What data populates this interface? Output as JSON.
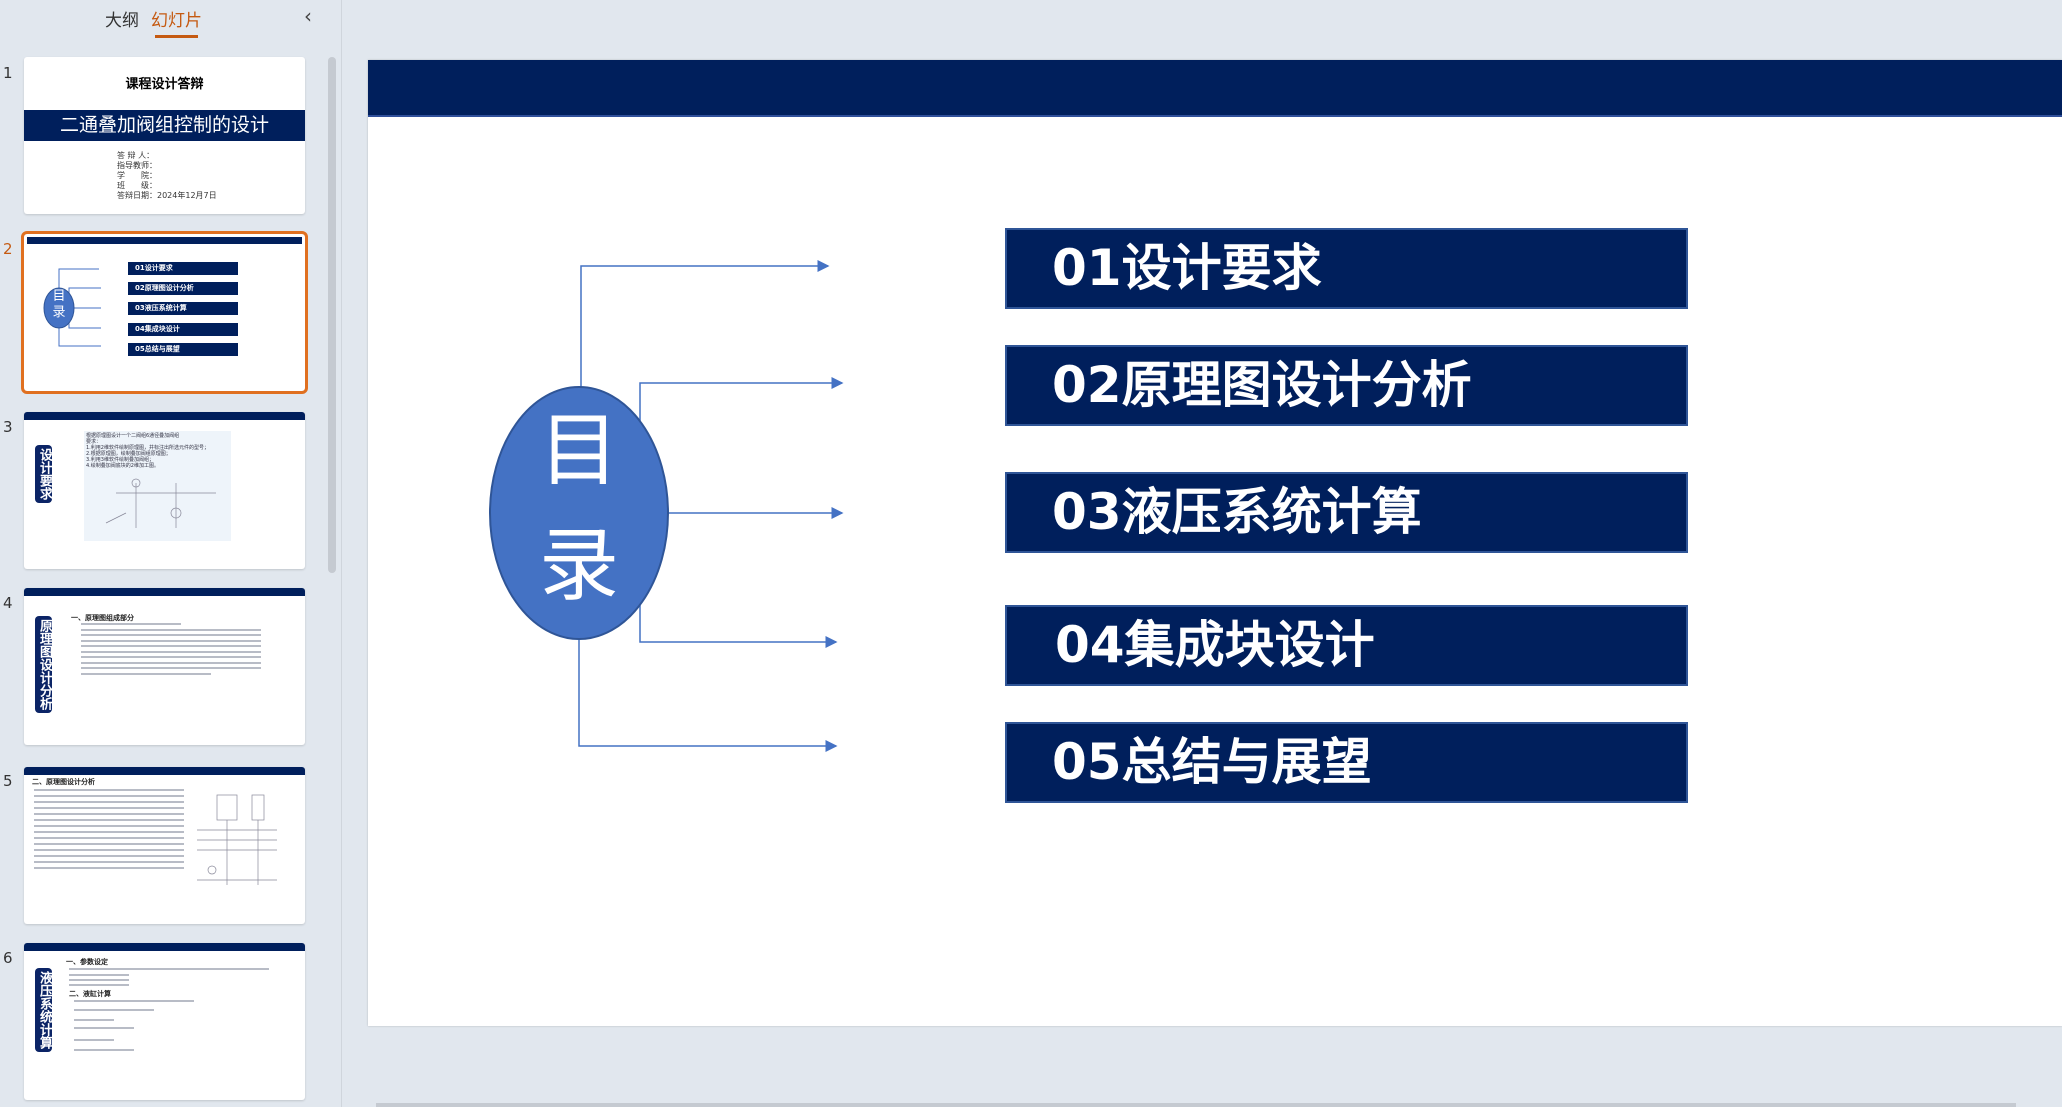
{
  "sidebar": {
    "tabs": [
      "大纲",
      "幻灯片"
    ],
    "active_tab": "幻灯片",
    "collapse_icon": "chevron-left-icon",
    "slides": [
      {
        "num": "1",
        "title": "课程设计答辩",
        "banner": "二通叠加阀组控制的设计",
        "fields": [
          "答 辩 人：",
          "指导教师：",
          "学　　院：",
          "班　　级：",
          "答辩日期：2024年12月7日"
        ]
      },
      {
        "num": "2",
        "center": "目录",
        "items": [
          "01设计要求",
          "02原理图设计分析",
          "03液压系统计算",
          "04集成块设计",
          "05总结与展望"
        ]
      },
      {
        "num": "3",
        "label": "设计要求",
        "lines": [
          "根据原理图设计一个二阀组6通径叠加阀组",
          "要求：",
          "1.利用2维软件绘制原理图，并标注出所选元件的型号；",
          "2.根据原理图，绘制叠加阀组原理图；",
          "3.利用3维软件绘制叠加阀组；",
          "4.绘制叠加阀底块的2维加工图。"
        ]
      },
      {
        "num": "4",
        "label": "原理图设计分析",
        "heading": "一、原理图组成部分"
      },
      {
        "num": "5",
        "heading": "二、原理图设计分析"
      },
      {
        "num": "6",
        "label": "液压系统计算",
        "heading": "一、参数设定",
        "heading2": "二、液缸计算"
      }
    ],
    "selected": "2"
  },
  "slide": {
    "center_text": [
      "目",
      "录"
    ],
    "items": [
      "01设计要求",
      "02原理图设计分析",
      "03液压系统计算",
      "04集成块设计",
      "05总结与展望"
    ],
    "colors": {
      "navy": "#001f5c",
      "ellipse": "#4472c4",
      "arrow": "#4472c4",
      "accent": "#c55a11"
    }
  }
}
